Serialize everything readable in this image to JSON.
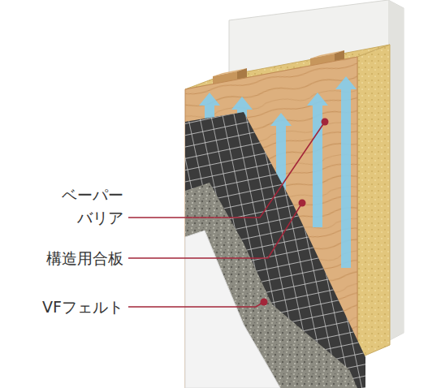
{
  "diagram": {
    "labels": [
      "ベーパー バリア",
      "構造用合板",
      "VFフェルト"
    ]
  }
}
